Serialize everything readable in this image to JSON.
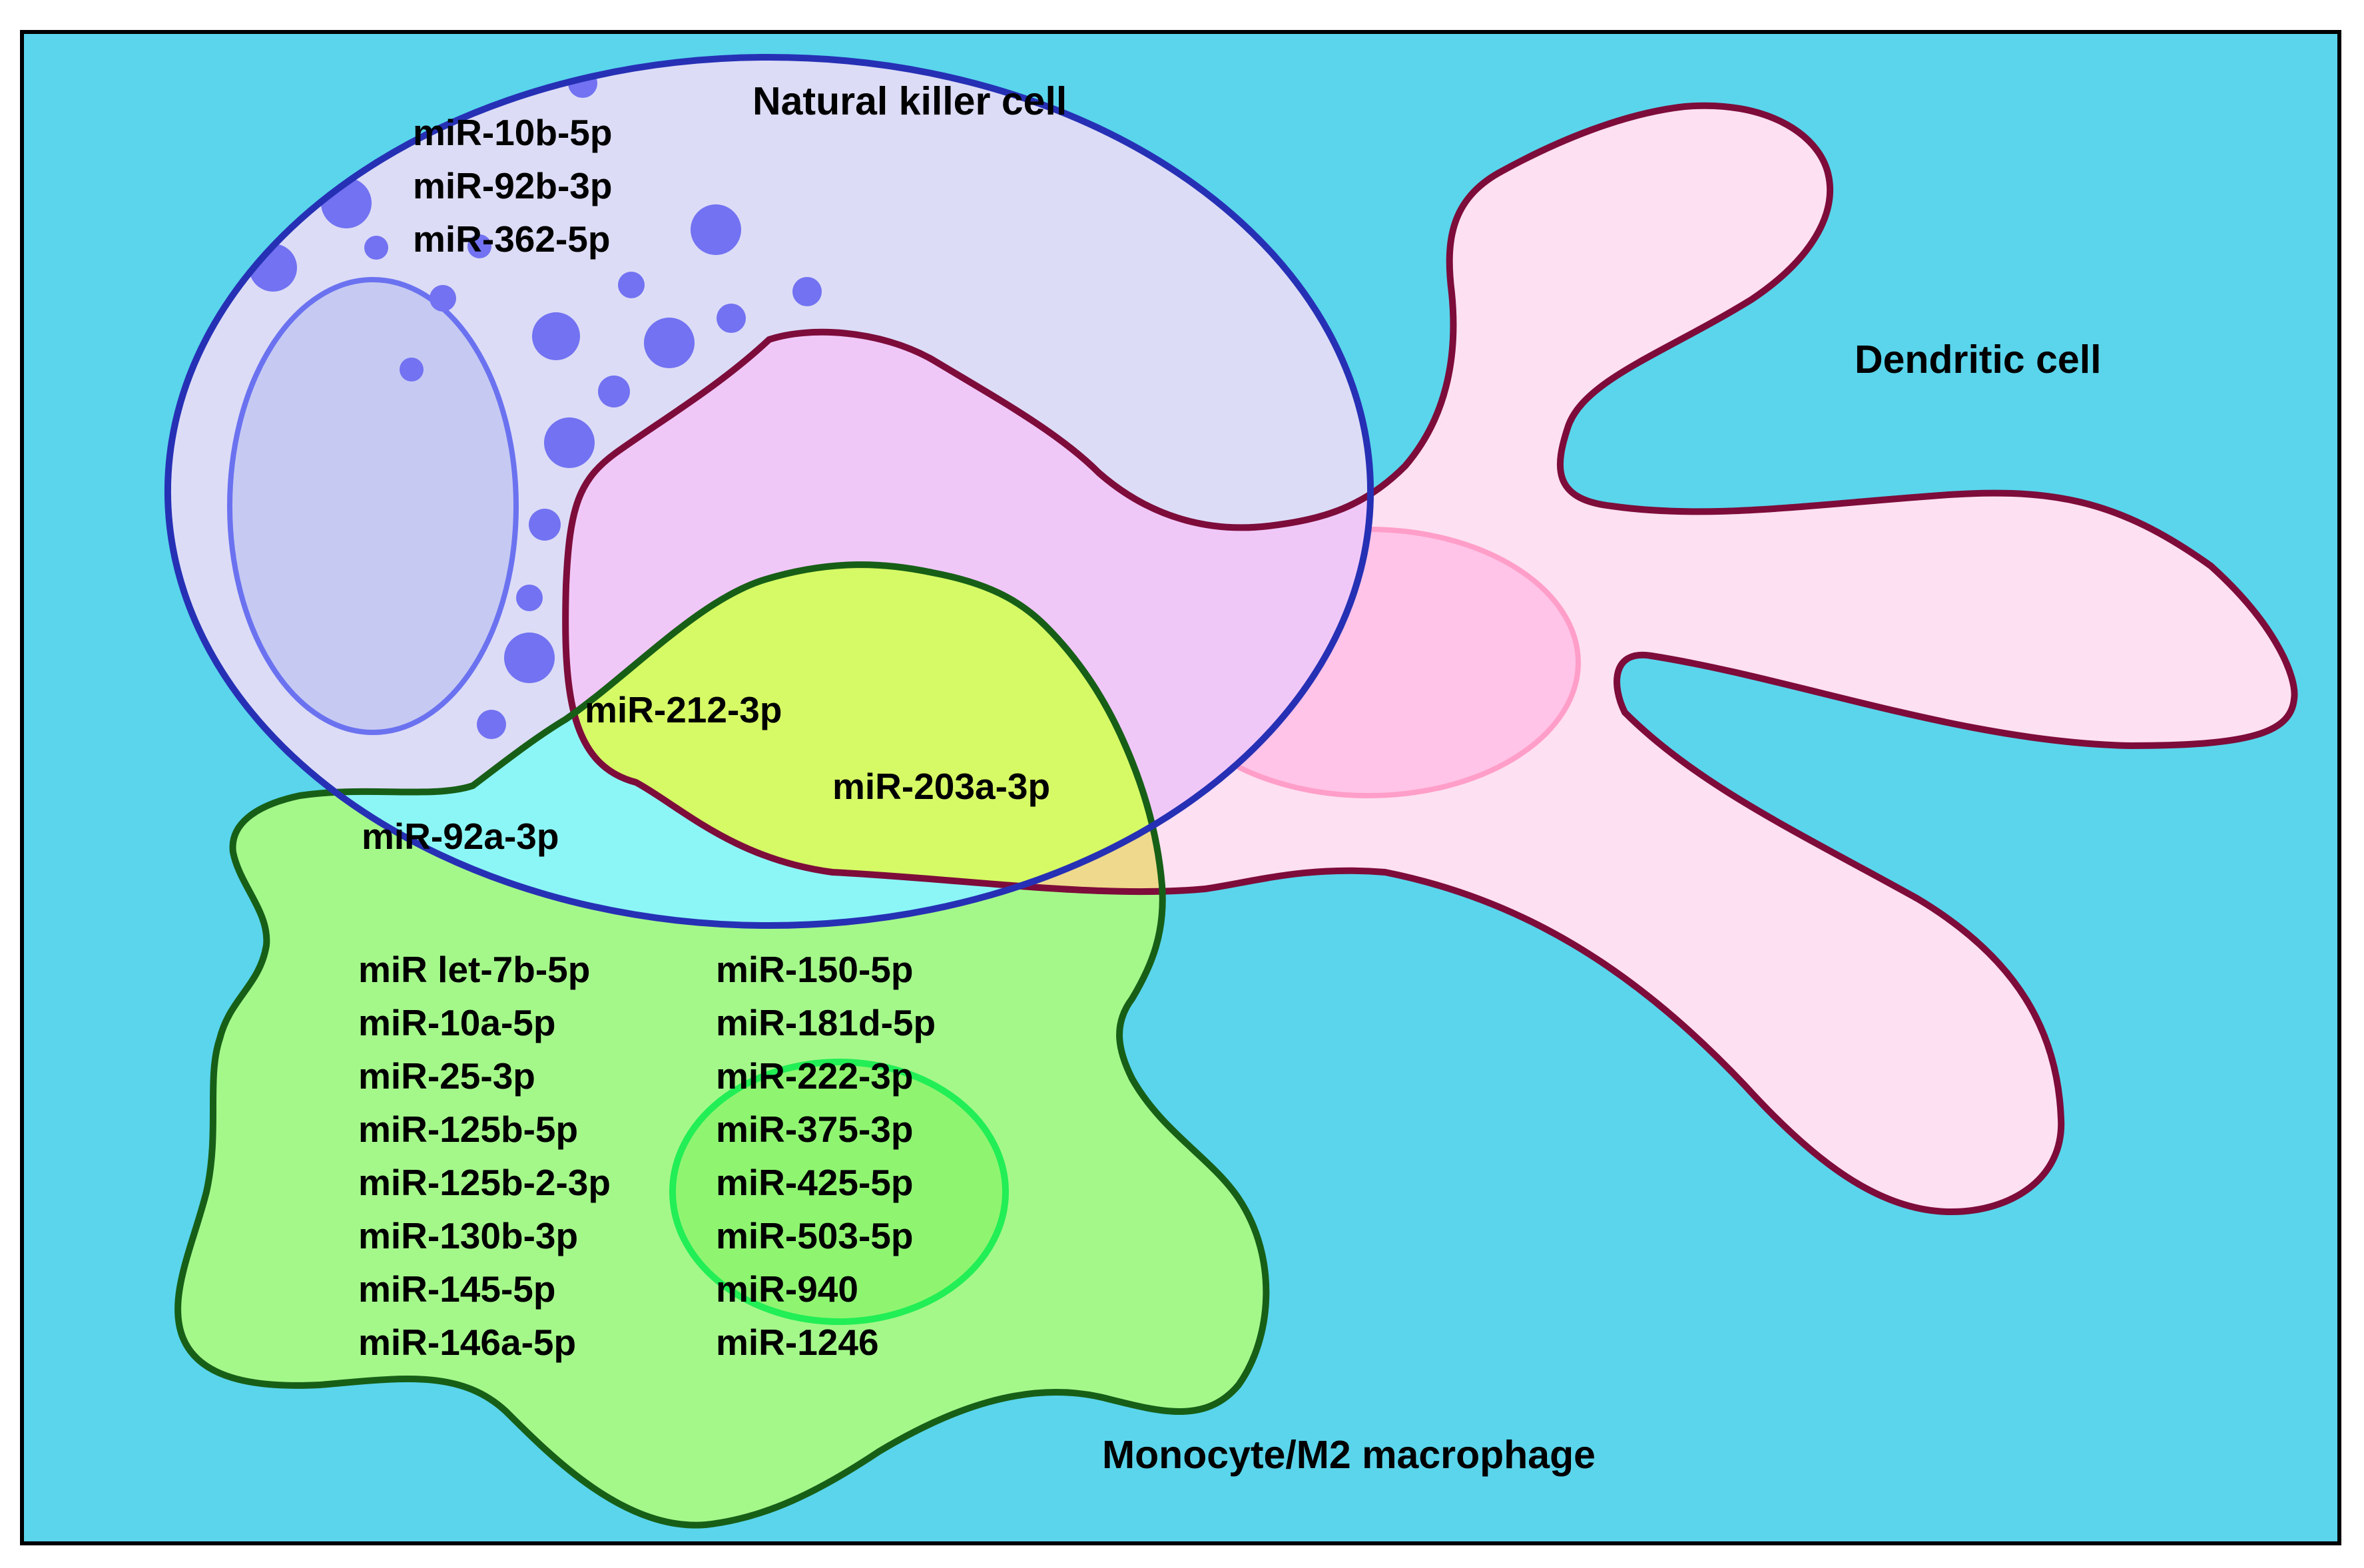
{
  "colors": {
    "background": "#5ad5ec",
    "border": "#000000",
    "nk_fill": "#dcdcf6",
    "nk_outline": "#2630b5",
    "nk_nucleus": "#c6caf2",
    "nk_nucleus_outline": "#6b72f0",
    "nk_granule": "#7272f2",
    "dc_fill": "#fde0f2",
    "dc_outline": "#7d0c3a",
    "dc_nucleus": "#ffc4e8",
    "dc_nucleus_outline": "#ff9ec8",
    "mono_fill": "#a4f88a",
    "mono_outline": "#175f17",
    "mono_nucleus": "#88f468",
    "mono_nucleus_outline": "#22ee55",
    "nk_dc_overlap": "#f0c8f8",
    "nk_mono_overlap": "#8cf6f6",
    "dc_mono_overlap": "#efd98c",
    "all_three_overlap": "#d6fa66"
  },
  "cells": {
    "nk": {
      "name": "Natural killer cell",
      "mirnas": [
        "miR-10b-5p",
        "miR-92b-3p",
        "miR-362-5p"
      ]
    },
    "dc": {
      "name": "Dendritic cell"
    },
    "mono": {
      "name": "Monocyte/M2 macrophage",
      "mirnas_col1": [
        "miR let-7b-5p",
        "miR-10a-5p",
        "miR-25-3p",
        "miR-125b-5p",
        "miR-125b-2-3p",
        "miR-130b-3p",
        "miR-145-5p",
        "miR-146a-5p"
      ],
      "mirnas_col2": [
        "miR-150-5p",
        "miR-181d-5p",
        "miR-222-3p",
        "miR-375-3p",
        "miR-425-5p",
        "miR-503-5p",
        "miR-940",
        "miR-1246"
      ]
    }
  },
  "overlaps": {
    "all_three": "miR-212-3p",
    "dc_mono": "miR-203a-3p",
    "nk_mono": "miR-92a-3p"
  }
}
